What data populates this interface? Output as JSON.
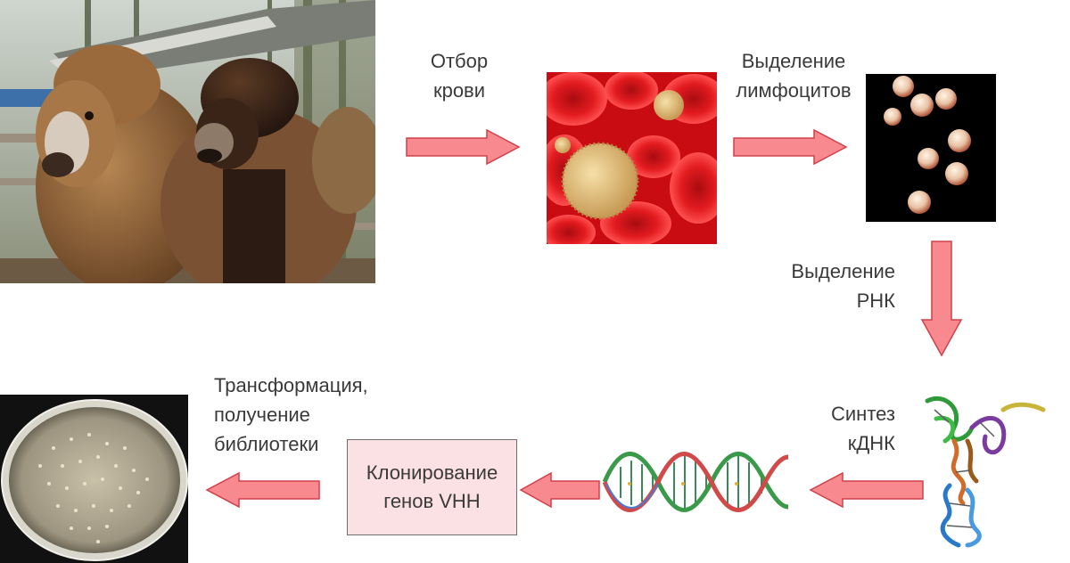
{
  "steps": {
    "blood": [
      "Отбор",
      "крови"
    ],
    "lymph": [
      "Выделение",
      "лимфоцитов"
    ],
    "rna": [
      "Выделение",
      "РНК"
    ],
    "cdna": [
      "Синтез",
      "кДНК"
    ],
    "cloning": [
      "Клонирование",
      "генов VHH"
    ],
    "transform": [
      "Трансформация,",
      "получение",
      "библиотеки"
    ]
  },
  "colors": {
    "arrow_fill": "#f88a8f",
    "arrow_stroke": "#d0404a",
    "box_fill": "#fbe1e3",
    "blood_red": "#d01418",
    "cell_cream": "#e8c48a"
  },
  "images": [
    "camels-photo",
    "blood-cells-image",
    "lymphocytes-image",
    "trna-structure-image",
    "dna-helix-image",
    "petri-dish-image"
  ]
}
